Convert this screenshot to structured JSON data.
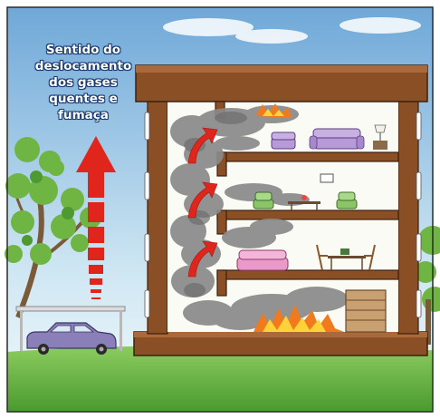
{
  "caption": {
    "lines": [
      "Sentido do",
      "deslocamento",
      "dos gases",
      "quentes e",
      "fumaça"
    ]
  },
  "colors": {
    "sky_top": "#6fa8d8",
    "sky_bottom": "#d6ecf5",
    "grass": "#5fae3c",
    "building_wood": "#8a4f24",
    "wall_inside": "#fbfbf6",
    "smoke": "#8a8a8a",
    "fire": "#f07a1c",
    "arrow_red": "#e0261c",
    "car": "#8a7fb8",
    "sofa": "#b89ad8",
    "green_chair": "#8cc46a",
    "pink_sofa": "#e99ac8"
  },
  "icons": [
    "upward-arrow-icon",
    "airflow-arrow-icon",
    "fire-icon",
    "smoke-icon",
    "sofa-icon",
    "armchair-icon",
    "table-icon",
    "lamp-icon",
    "car-icon",
    "tree-icon",
    "dresser-icon"
  ]
}
